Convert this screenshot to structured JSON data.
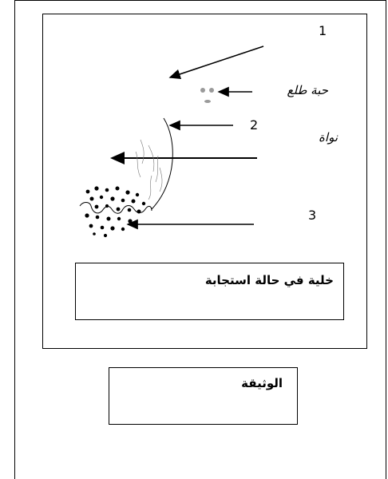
{
  "labels": {
    "n1": "1",
    "n2": "2",
    "n3": "3",
    "pollen_grain": "حبة طلع",
    "nucleus": "نواة"
  },
  "caption_state": "خلية في حالة استجابة",
  "caption_document": "الوثيقة"
}
